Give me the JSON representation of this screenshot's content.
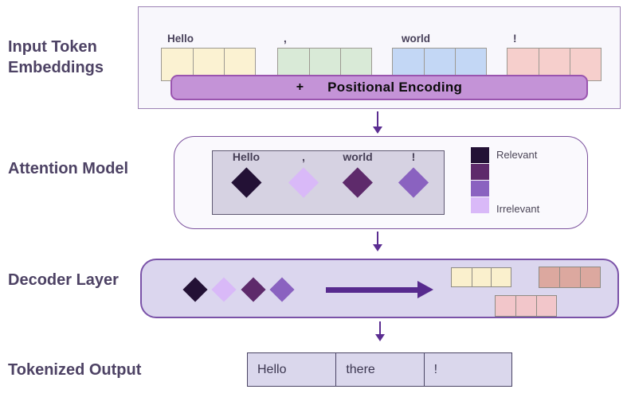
{
  "section_labels": {
    "input": "Input Token Embeddings",
    "attention": "Attention Model",
    "decoder": "Decoder Layer",
    "output": "Tokenized Output"
  },
  "input": {
    "tokens": [
      {
        "label": "Hello",
        "color": "#fbf2d2"
      },
      {
        "label": ",",
        "color": "#d9ead7"
      },
      {
        "label": "world",
        "color": "#c3d7f5"
      },
      {
        "label": "!",
        "color": "#f6cfcc"
      }
    ],
    "positional": {
      "plus": "+",
      "label": "Positional Encoding",
      "bar_color": "#c493d7"
    }
  },
  "attention": {
    "items": [
      {
        "label": "Hello",
        "color": "#231135"
      },
      {
        "label": ",",
        "color": "#d9b9f8"
      },
      {
        "label": "world",
        "color": "#5e2a6b"
      },
      {
        "label": "!",
        "color": "#8a62c0"
      }
    ],
    "legend": {
      "swatches": [
        "#231135",
        "#5e2a6b",
        "#8a62c0",
        "#d9b9f8"
      ],
      "top_label": "Relevant",
      "bottom_label": "Irrelevant"
    }
  },
  "decoder": {
    "diamonds": [
      "#231135",
      "#d9b9f8",
      "#5e2a6b",
      "#8a62c0"
    ],
    "output_groups": [
      {
        "color": "#faf0cd"
      },
      {
        "color": "#dca89f"
      },
      {
        "color": "#f2c6ca"
      }
    ],
    "arrow_color": "#572a8e"
  },
  "output": {
    "cells": [
      "Hello",
      "there",
      "!"
    ]
  }
}
